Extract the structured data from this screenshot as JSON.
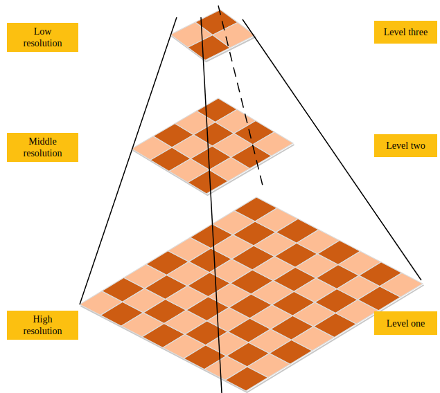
{
  "diagram": {
    "nodes": [
      {
        "text": [
          "Low resolution"
        ]
      },
      {
        "text": [
          "Level three"
        ]
      },
      {
        "text": [
          "Middle resolution"
        ]
      },
      {
        "text": [
          "Level two"
        ]
      },
      {
        "text": [
          "High resolution"
        ]
      },
      {
        "text": [
          "Level one"
        ]
      }
    ]
  }
}
